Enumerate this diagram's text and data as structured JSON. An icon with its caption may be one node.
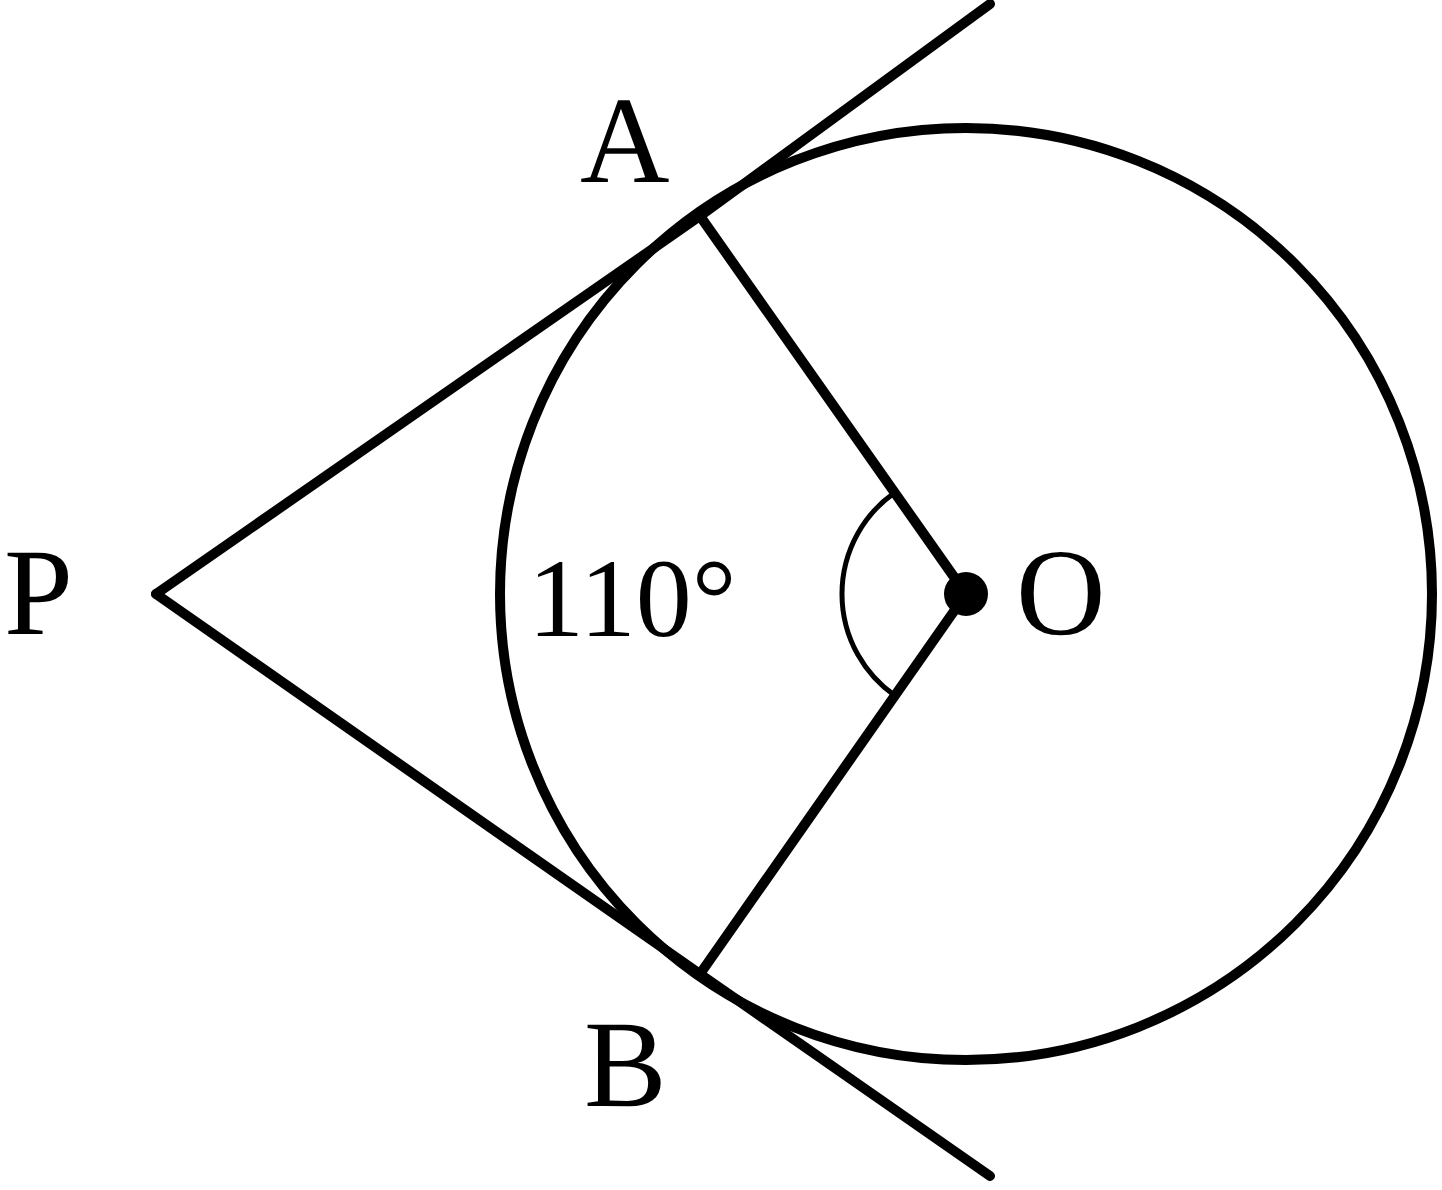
{
  "diagram": {
    "nodes": [
      {
        "text": [
          "A"
        ]
      },
      {
        "text": [
          "P"
        ]
      },
      {
        "text": [],
        "shape": "circle"
      },
      {
        "text": [
          "B"
        ]
      }
    ],
    "edges": [
      {
        "from": 1,
        "to": 0,
        "arrow": "none"
      },
      {
        "from": 1,
        "to": 3,
        "arrow": "none"
      },
      {
        "from": 2,
        "to": 0,
        "arrow": "none"
      },
      {
        "from": 2,
        "to": 3,
        "arrow": "none"
      }
    ],
    "labels": [
      "110°",
      "O"
    ]
  }
}
